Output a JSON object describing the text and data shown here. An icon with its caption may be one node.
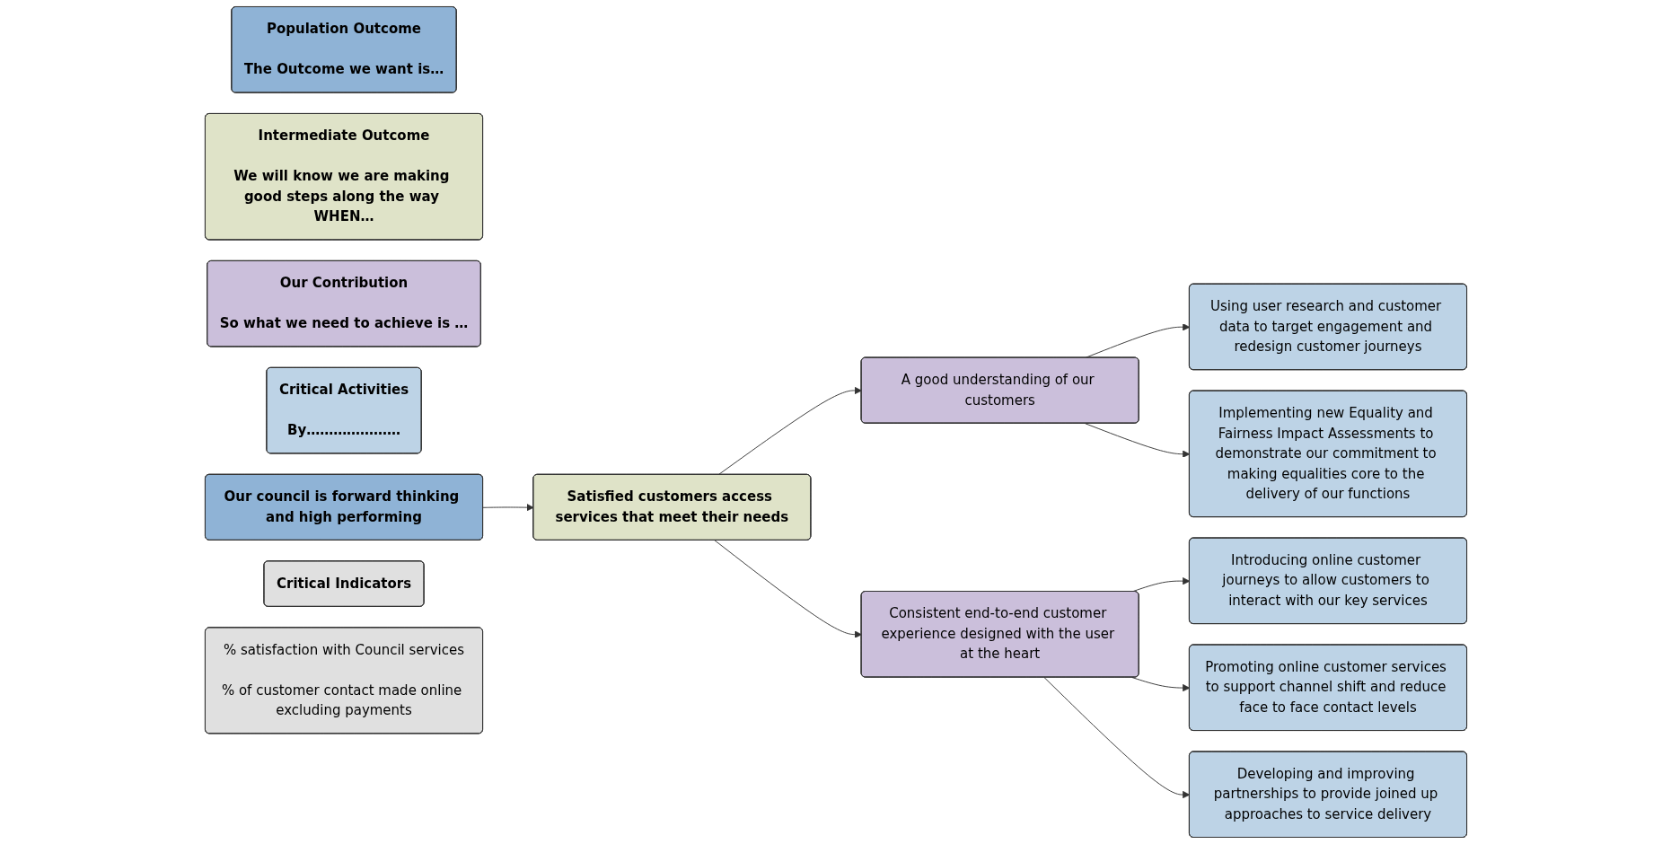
{
  "diagram": {
    "nodes": [
      {
        "text": [
          "Population Outcome",
          "The Outcome we want is…"
        ]
      },
      {
        "text": [
          "Intermediate Outcome",
          "We will know we are making good steps along the way WHEN…"
        ]
      },
      {
        "text": [
          "Our Contribution",
          "So what we need to achieve is …"
        ]
      },
      {
        "text": [
          "Critical Activities",
          "By…………………"
        ]
      },
      {
        "text": [
          "Our council is forward thinking and high performing"
        ]
      },
      {
        "text": [
          "Satisfied customers access services that meet their needs"
        ]
      },
      {
        "text": [
          "Critical Indicators"
        ]
      },
      {
        "text": [
          "% satisfaction with Council services",
          "% of customer contact made online excluding payments"
        ]
      },
      {
        "text": [
          "A good understanding of our customers"
        ]
      },
      {
        "text": [
          "Consistent end-to-end customer experience designed with the user at the heart"
        ]
      },
      {
        "text": [
          "Using user research and customer data to target engagement and redesign customer journeys"
        ]
      },
      {
        "text": [
          "Implementing new Equality and Fairness Impact Assessments to demonstrate our commitment to making equalities core to the delivery of our functions"
        ]
      },
      {
        "text": [
          "Introducing online customer journeys to allow customers to interact with our key services"
        ]
      },
      {
        "text": [
          "Promoting online customer services to support channel shift and reduce face to face contact levels"
        ]
      },
      {
        "text": [
          "Developing and improving partnerships to provide joined up approaches to service delivery"
        ]
      }
    ],
    "edges": [
      {
        "from": 4,
        "to": 5,
        "arrow": "to"
      },
      {
        "from": 5,
        "to": 8,
        "arrow": "to"
      },
      {
        "from": 5,
        "to": 9,
        "arrow": "to"
      },
      {
        "from": 8,
        "to": 10,
        "arrow": "to"
      },
      {
        "from": 8,
        "to": 11,
        "arrow": "to"
      },
      {
        "from": 9,
        "to": 12,
        "arrow": "to"
      },
      {
        "from": 9,
        "to": 13,
        "arrow": "to"
      },
      {
        "from": 9,
        "to": 14,
        "arrow": "to"
      }
    ]
  }
}
